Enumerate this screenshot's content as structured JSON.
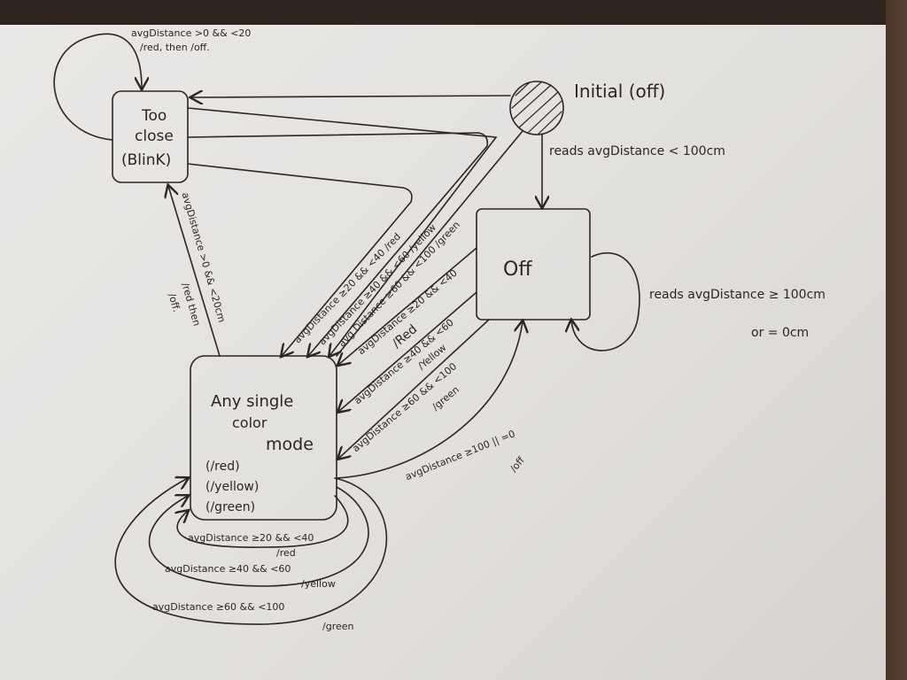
{
  "states": {
    "too_close": {
      "line1": "Too",
      "line2": "close",
      "line3": "(BlinK)"
    },
    "initial": {
      "label": "Initial (off)"
    },
    "off": {
      "label": "Off"
    },
    "any_mode": {
      "line1": "Any single",
      "line2": "color",
      "line3": "mode",
      "out1": "(/red)",
      "out2": "(/yellow)",
      "out3": "(/green)"
    }
  },
  "transitions": {
    "too_close_self": {
      "line1": "avgDistance >0 && <20",
      "line2": "/red, then /off."
    },
    "initial_to_off": "reads avgDistance < 100cm",
    "off_self": {
      "line1": "reads avgDistance ≥ 100cm",
      "line2": "or = 0cm"
    },
    "any_to_too_close": {
      "line1": "avgDistance >0 && <20cm",
      "line2": "/red then",
      "line3": "/off."
    },
    "too_close_to_any_red": "avgDistance ≥20 && <40 /red",
    "too_close_to_any_yellow": "avgDistance ≥40 && <60 /yellow",
    "too_close_to_any_green": "avg Distance ≥60 && <100 /green",
    "off_to_any_red": {
      "line1": "avgDistance ≥20 && <40",
      "line2": "/Red"
    },
    "off_to_any_yellow": {
      "line1": "avgDistance ≥40 && <60",
      "line2": "/Yellow"
    },
    "off_to_any_green": {
      "line1": "avgDistance ≥60 && <100",
      "line2": "/green"
    },
    "any_to_off": {
      "line1": "avgDistance ≥100 || =0",
      "line2": "/off"
    },
    "any_self_red": {
      "line1": "avgDistance ≥20 && <40",
      "line2": "/red"
    },
    "any_self_yellow": {
      "line1": "avgDistance ≥40 && <60",
      "line2": "/yellow"
    },
    "any_self_green": {
      "line1": "avgDistance ≥60 && <100",
      "line2": "/green"
    }
  }
}
